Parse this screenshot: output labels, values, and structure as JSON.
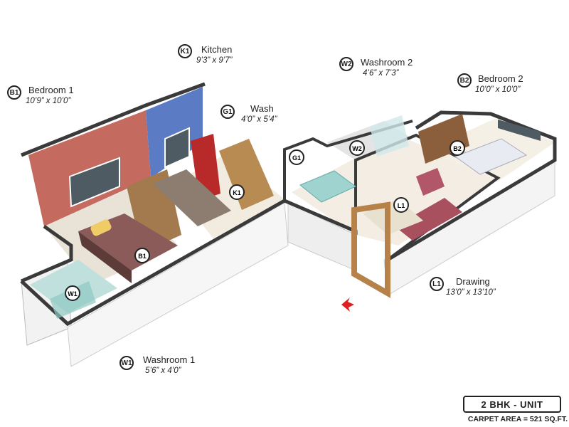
{
  "rooms": [
    {
      "code": "B1",
      "name": "Bedroom 1",
      "size": "10’9” x 10’0”"
    },
    {
      "code": "K1",
      "name": "Kitchen",
      "size": "9’3” x 9’7”"
    },
    {
      "code": "G1",
      "name": "Wash",
      "size": "4’0” x 5’4”"
    },
    {
      "code": "W2",
      "name": "Washroom 2",
      "size": "4’6” x 7’3”"
    },
    {
      "code": "B2",
      "name": "Bedroom 2",
      "size": "10’0” x 10’0”"
    },
    {
      "code": "L1",
      "name": "Drawing",
      "size": "13’0” x 13’10”"
    },
    {
      "code": "W1",
      "name": "Washroom 1",
      "size": "5’6” x 4’0”"
    }
  ],
  "unit_type": "2 BHK - UNIT",
  "carpet_area": "CARPET AREA = 521 SQ.FT.",
  "colors": {
    "bedroom1_wall": "#c46a5e",
    "kitchen_wall": "#5b7bc4",
    "floor": "#f3ede4",
    "wall_top": "#3a3a3a",
    "entry_arrow": "#e02020"
  },
  "icons": [
    "entry-arrow-icon"
  ]
}
